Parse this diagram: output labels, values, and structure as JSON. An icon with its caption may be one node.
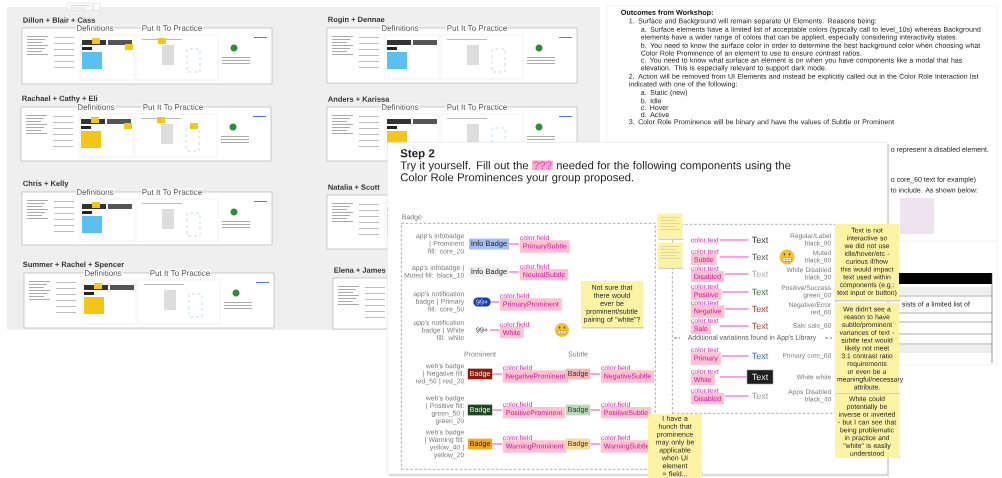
{
  "diagram": {
    "nodes": [
      {
        "text": [
          "Step 2",
          "Try it yourself. Fill out the",
          "???",
          "needed for the following components using the Color Role Prominences your group proposed."
        ]
      },
      {
        "text": [
          "Badge"
        ],
        "in": 0
      },
      {
        "text": [
          "Info Badge"
        ],
        "in": 1
      },
      {
        "text": [
          "color.field",
          "PrimarySubtle"
        ],
        "in": 1
      },
      {
        "text": [
          "Info Badge"
        ],
        "in": 1
      },
      {
        "text": [
          "color.field",
          "NeutralSubtle"
        ],
        "in": 1
      },
      {
        "text": [
          "99+"
        ],
        "in": 1
      },
      {
        "text": [
          "color.field",
          "PrimaryProminent"
        ],
        "in": 1
      },
      {
        "text": [
          "99+"
        ],
        "in": 1
      },
      {
        "text": [
          "color.field",
          "White"
        ],
        "in": 1
      },
      {
        "text": [
          "Badge"
        ],
        "in": 1
      },
      {
        "text": [
          "color.field",
          "NegativeProminent"
        ],
        "in": 1
      },
      {
        "text": [
          "Badge"
        ],
        "in": 1
      },
      {
        "text": [
          "color.field",
          "NegativeSubtle"
        ],
        "in": 1
      },
      {
        "text": [
          "Badge"
        ],
        "in": 1
      },
      {
        "text": [
          "color.field",
          "PositiveProminent"
        ],
        "in": 1
      },
      {
        "text": [
          "Badge"
        ],
        "in": 1
      },
      {
        "text": [
          "color.field",
          "PositiveSubtle"
        ],
        "in": 1
      },
      {
        "text": [
          "Badge"
        ],
        "in": 1
      },
      {
        "text": [
          "color.field",
          "WarningProminent"
        ],
        "in": 1
      },
      {
        "text": [
          "Badge"
        ],
        "in": 1
      },
      {
        "text": [
          "color.field",
          "WarningSubtle"
        ],
        "in": 1
      },
      {
        "text": [
          "Not sure that there would ever be prominent/subtle pairing of \"white\"?"
        ],
        "in": 1
      },
      {
        "text": [],
        "shape": "box",
        "in": 0
      },
      {
        "text": [],
        "shape": "box",
        "in": 0
      },
      {
        "text": [],
        "shape": "box",
        "in": 0
      },
      {
        "text": [
          "color.text"
        ],
        "in": 23
      },
      {
        "text": [
          "Text"
        ],
        "in": 23
      },
      {
        "text": [
          "color.text",
          "Subtle"
        ],
        "in": 23
      },
      {
        "text": [
          "Text"
        ],
        "in": 23
      },
      {
        "text": [
          "color.text",
          "Disabled"
        ],
        "in": 23
      },
      {
        "text": [
          "Text"
        ],
        "in": 23
      },
      {
        "text": [
          "color.text",
          "Positive"
        ],
        "in": 23
      },
      {
        "text": [
          "Text"
        ],
        "in": 23
      },
      {
        "text": [
          "color.text",
          "Negative"
        ],
        "in": 23
      },
      {
        "text": [
          "Text"
        ],
        "in": 23
      },
      {
        "text": [
          "color.text",
          "Sale"
        ],
        "in": 23
      },
      {
        "text": [
          "Text"
        ],
        "in": 23
      },
      {
        "text": [
          "color.text",
          "Primary"
        ],
        "in": 23
      },
      {
        "text": [
          "Text"
        ],
        "in": 23
      },
      {
        "text": [
          "color.text",
          "White"
        ],
        "in": 23
      },
      {
        "text": [
          "Text"
        ],
        "in": 23
      },
      {
        "text": [
          "color.text",
          "Disabled"
        ],
        "in": 23
      },
      {
        "text": [
          "Text"
        ],
        "in": 23
      },
      {
        "text": [
          "Text is not interactive so we did not use idle/hover/etc - curious if/how this would impact text used within components (e.g.: text input or button)"
        ],
        "in": 0
      },
      {
        "text": [
          "We didn't see a reason to have subtle/prominent variances of text - subtle text would likely not meet 3:1 contrast ratio requirements or even be a meaningful/necessary attribute."
        ],
        "in": 0
      },
      {
        "text": [
          "White could potentially be inverse or inverted - but I can see that being problematic in practice and \"white\" is easily understood"
        ],
        "in": 0
      },
      {
        "text": [
          "I have a hunch that prominence may only be applicable when UI element = field..."
        ],
        "in": 0
      }
    ],
    "edges": [
      {
        "from": 2,
        "to": 3,
        "arrow": "none"
      },
      {
        "from": 4,
        "to": 5,
        "arrow": "none"
      },
      {
        "from": 6,
        "to": 7,
        "arrow": "none"
      },
      {
        "from": 8,
        "to": 9,
        "arrow": "none"
      },
      {
        "from": 10,
        "to": 11,
        "arrow": "none"
      },
      {
        "from": 12,
        "to": 13,
        "arrow": "none"
      },
      {
        "from": 14,
        "to": 15,
        "arrow": "none"
      },
      {
        "from": 16,
        "to": 17,
        "arrow": "none"
      },
      {
        "from": 18,
        "to": 19,
        "arrow": "none"
      },
      {
        "from": 20,
        "to": 21,
        "arrow": "none"
      },
      {
        "from": 26,
        "to": 27,
        "arrow": "none"
      },
      {
        "from": 28,
        "to": 29,
        "arrow": "none"
      },
      {
        "from": 30,
        "to": 31,
        "arrow": "none"
      },
      {
        "from": 32,
        "to": 33,
        "arrow": "none"
      },
      {
        "from": 34,
        "to": 35,
        "arrow": "none"
      },
      {
        "from": 36,
        "to": 37,
        "arrow": "none"
      },
      {
        "from": 38,
        "to": 39,
        "arrow": "none"
      },
      {
        "from": 40,
        "to": 41,
        "arrow": "none"
      },
      {
        "from": 42,
        "to": 43,
        "arrow": "none"
      }
    ],
    "labels": [
      "Dillon + Blair + Cass",
      "Definitions",
      "Put It To Practice",
      "Rogin + Dennae",
      "Definitions",
      "Put It To Practice",
      "Rachael + Cathy + Eli",
      "Definitions",
      "Put It To Practice",
      "Anders + Karissa",
      "Definitions",
      "Put It To Practice",
      "Chris + Kelly",
      "Definitions",
      "Put It To Practice",
      "Natalia + Scott",
      "Summer + Rachel + Spencer",
      "Definitions",
      "Put It To Practice",
      "Elena + James",
      "Outcomes from Workshop:",
      "1. Surface and Background will remain separate UI Elements. Reasons being:",
      "a. Surface elements have a limited list of acceptable colors (typically call to level_10s) whereas Background elements have a wider range of colors that can be applied, especially considering interactivity states.",
      "b. You need to know the surface color in order to determine the best background color when choosing what Color Role Prominence of an element to use to ensure contrast ratios.",
      "c. You need to know what surface an element is on when you have components like a modal that has elevation. This is especially relevant to support dark mode.",
      "2. Action will be removed from UI Elements and instead be explicitly called out in the Color Role Interaction list indicated with one of the following:",
      "a. Static (new)",
      "b. Idle",
      "c. Hover",
      "d. Active",
      "3. Color Role Prominence will be binary and have the values of Subtle or Prominent",
      "o represent a disabled element.",
      "o core_60 text for example)",
      "to include. As shown below:",
      "sists of a limited list of",
      "app's infobadge | Prominent fill: core_20",
      "app's infobadge | Muted fill: black_10",
      "app's notification badge | Primary fill: core_50",
      "app's notification badge | White fill: white",
      "Prominent",
      "Subtle",
      "web's badge | Negative fill: red_50 | red_20",
      "web's badge | Positive fill: green_50 | green_20",
      "web's badge | Warning fill: yellow_40 | yellow_20",
      "Regular/Label black_90",
      "Muted black_60",
      "White Disabled black_30",
      "Positive/Success green_60",
      "Negative/Error red_60",
      "Sale sale_60",
      "Additional variations found in App's Library",
      "Primary core_60",
      "White white",
      "Apps Disabled black_40"
    ]
  }
}
